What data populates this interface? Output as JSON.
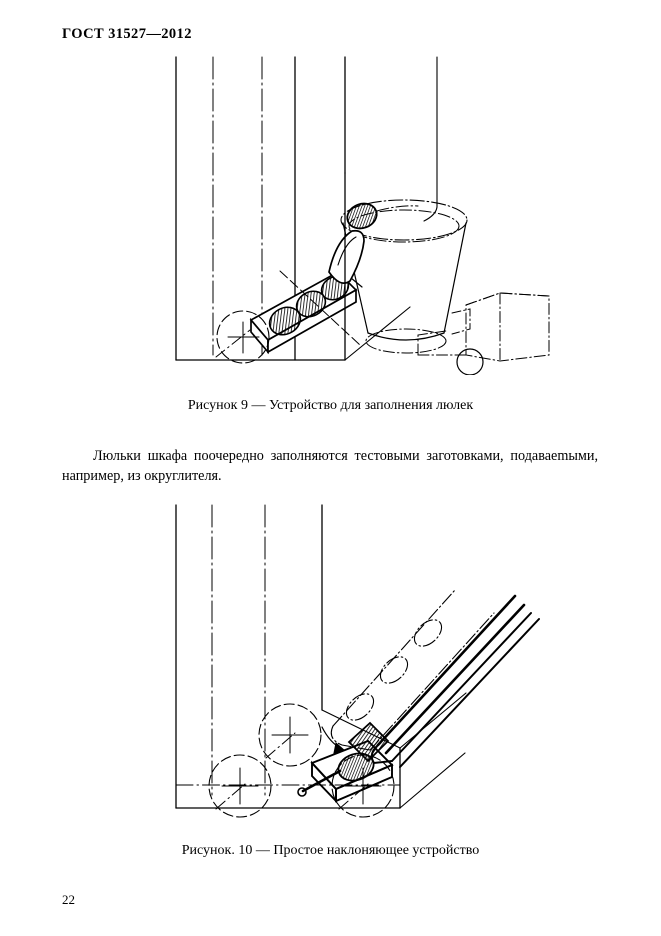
{
  "document": {
    "standard_header": "ГОСТ 31527—2012",
    "page_number": "22"
  },
  "figures": [
    {
      "id": "figure-9",
      "caption": "Рисунок 9 — Устройство для заполнения люлек",
      "alt_name": "device-for-filling-cradles-diagram"
    },
    {
      "id": "figure-10",
      "caption": "Рисунок. 10 —  Простое наклоняющее устройство",
      "alt_name": "simple-tilting-device-diagram"
    }
  ],
  "body": {
    "paragraph_1": "Люльки шкафа поочередно заполняются тестовыми заготовками, подавае­mыми, например, из округлителя."
  },
  "colors": {
    "ink": "#000000",
    "paper": "#ffffff"
  }
}
